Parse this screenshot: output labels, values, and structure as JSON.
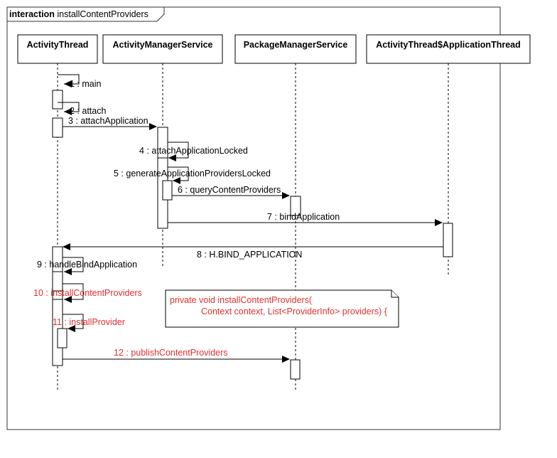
{
  "frame": {
    "keyword": "interaction",
    "name": "installContentProviders"
  },
  "participants": [
    "ActivityThread",
    "ActivityManagerService",
    "PackageManagerService",
    "ActivityThread$ApplicationThread"
  ],
  "messages": [
    {
      "label": "1 : main",
      "from": "ActivityThread",
      "to": "ActivityThread",
      "color": "#000000"
    },
    {
      "label": "2 : attach",
      "from": "ActivityThread",
      "to": "ActivityThread",
      "color": "#000000"
    },
    {
      "label": "3 : attachApplication",
      "from": "ActivityThread",
      "to": "ActivityManagerService",
      "color": "#000000"
    },
    {
      "label": "4 : attachApplicationLocked",
      "from": "ActivityManagerService",
      "to": "ActivityManagerService",
      "color": "#000000"
    },
    {
      "label": "5 : generateApplicationProvidersLocked",
      "from": "ActivityManagerService",
      "to": "ActivityManagerService",
      "color": "#000000"
    },
    {
      "label": "6 : queryContentProviders",
      "from": "ActivityManagerService",
      "to": "PackageManagerService",
      "color": "#000000"
    },
    {
      "label": "7 : bindApplication",
      "from": "ActivityManagerService",
      "to": "ActivityThread$ApplicationThread",
      "color": "#000000"
    },
    {
      "label": "8 : H.BIND_APPLICATION",
      "from": "ActivityThread$ApplicationThread",
      "to": "ActivityThread",
      "color": "#000000"
    },
    {
      "label": "9 : handleBindApplication",
      "from": "ActivityThread",
      "to": "ActivityThread",
      "color": "#000000"
    },
    {
      "label": "10 : installContentProviders",
      "from": "ActivityThread",
      "to": "ActivityThread",
      "color": "#e03030"
    },
    {
      "label": "11 : installProvider",
      "from": "ActivityThread",
      "to": "ActivityThread",
      "color": "#e03030"
    },
    {
      "label": "12 : publishContentProviders",
      "from": "ActivityThread",
      "to": "PackageManagerService",
      "color": "#e03030"
    }
  ],
  "note": {
    "lines": [
      "private void installContentProviders(",
      "Context context, List<ProviderInfo> providers) {"
    ],
    "color": "#e03030"
  }
}
